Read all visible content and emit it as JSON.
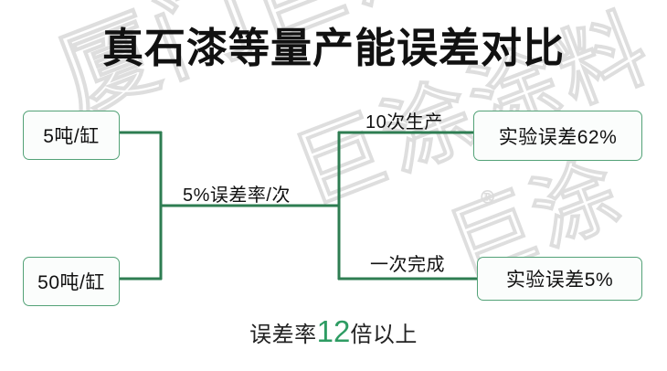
{
  "page": {
    "title": "真石漆等量产能误差对比",
    "background_color": "#ffffff",
    "line_color": "#2e7d52",
    "box_border_color": "#53a277",
    "accent_color": "#2e9c63"
  },
  "watermark": {
    "line1": "厦门巨涂",
    "line2": "巨涂涂料",
    "line3": "巨涂",
    "registered_mark": "®"
  },
  "nodes": {
    "left_top": {
      "label": "5吨/缸"
    },
    "left_bottom": {
      "label": "50吨/缸"
    },
    "right_top": {
      "label": "实验误差62%"
    },
    "right_bottom": {
      "label": "实验误差5%"
    }
  },
  "edge_labels": {
    "middle": "5%误差率/次",
    "top_right": "10次生产",
    "bottom_right": "一次完成"
  },
  "footer": {
    "prefix": "误差率",
    "number": "12",
    "suffix": "倍以上"
  },
  "chart_data": {
    "type": "diagram",
    "title": "真石漆等量产能误差对比",
    "structure": "tree",
    "inputs": [
      "5吨/缸",
      "50吨/缸"
    ],
    "shared_edge_label": "5%误差率/次",
    "branches": [
      {
        "label": "10次生产",
        "outcome": "实验误差62%",
        "error_percent": 62
      },
      {
        "label": "一次完成",
        "outcome": "实验误差5%",
        "error_percent": 5
      }
    ],
    "conclusion": {
      "text": "误差率12倍以上",
      "ratio": 12
    }
  }
}
